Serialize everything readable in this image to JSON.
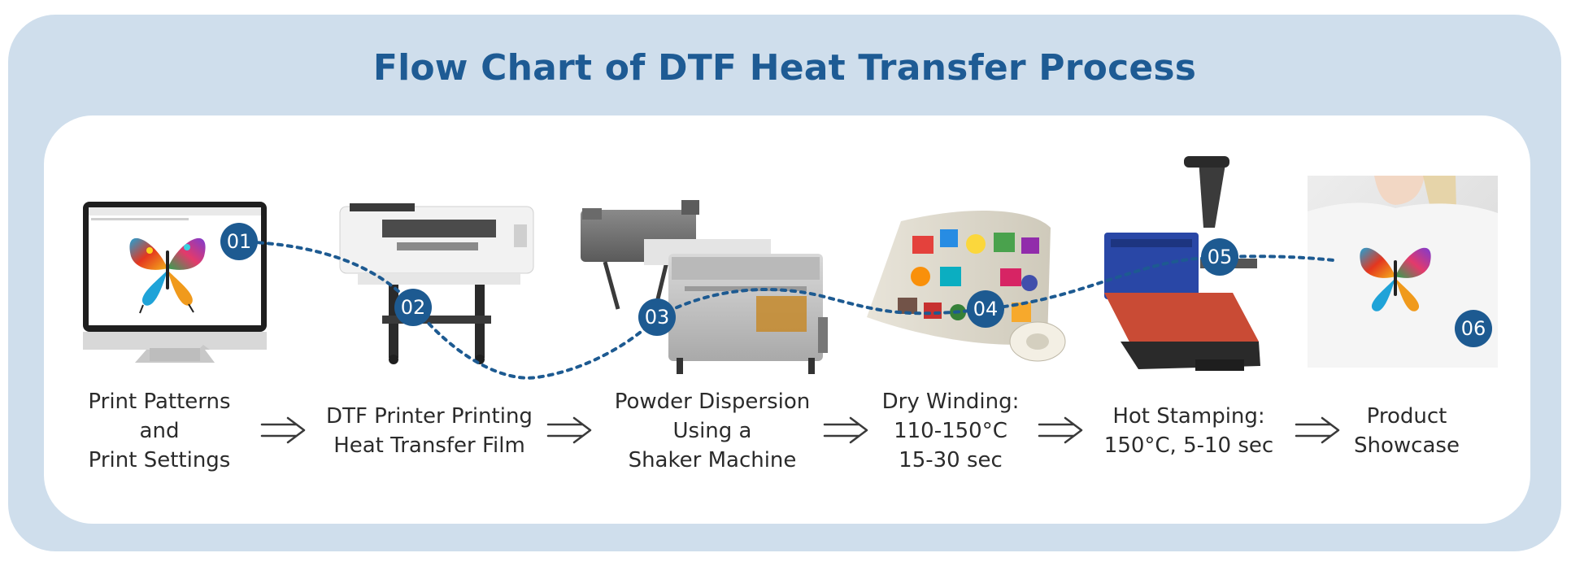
{
  "title": "Flow Chart of DTF Heat Transfer Process",
  "colors": {
    "outer_panel": "#cfdeec",
    "title": "#1e5b94",
    "badge": "#1d5a91",
    "dashed_path": "#1d5a91",
    "label_text": "#2b2b2b"
  },
  "steps": [
    {
      "number": "01",
      "label": "Print Patterns\nand\nPrint Settings",
      "image": "computer-monitor-with-butterfly-design"
    },
    {
      "number": "02",
      "label": "DTF Printer Printing\nHeat Transfer Film",
      "image": "dtf-printer"
    },
    {
      "number": "03",
      "label": "Powder Dispersion\nUsing a\nShaker Machine",
      "image": "powder-shaker-machine"
    },
    {
      "number": "04",
      "label": "Dry Winding:\n110-150°C\n15-30 sec",
      "image": "printed-film-roll"
    },
    {
      "number": "05",
      "label": "Hot Stamping:\n150°C, 5-10 sec",
      "image": "heat-press-machine"
    },
    {
      "number": "06",
      "label": "Product\nShowcase",
      "image": "sweatshirt-with-butterfly-print"
    }
  ],
  "arrow_icon": "double-line-right-arrow-icon"
}
